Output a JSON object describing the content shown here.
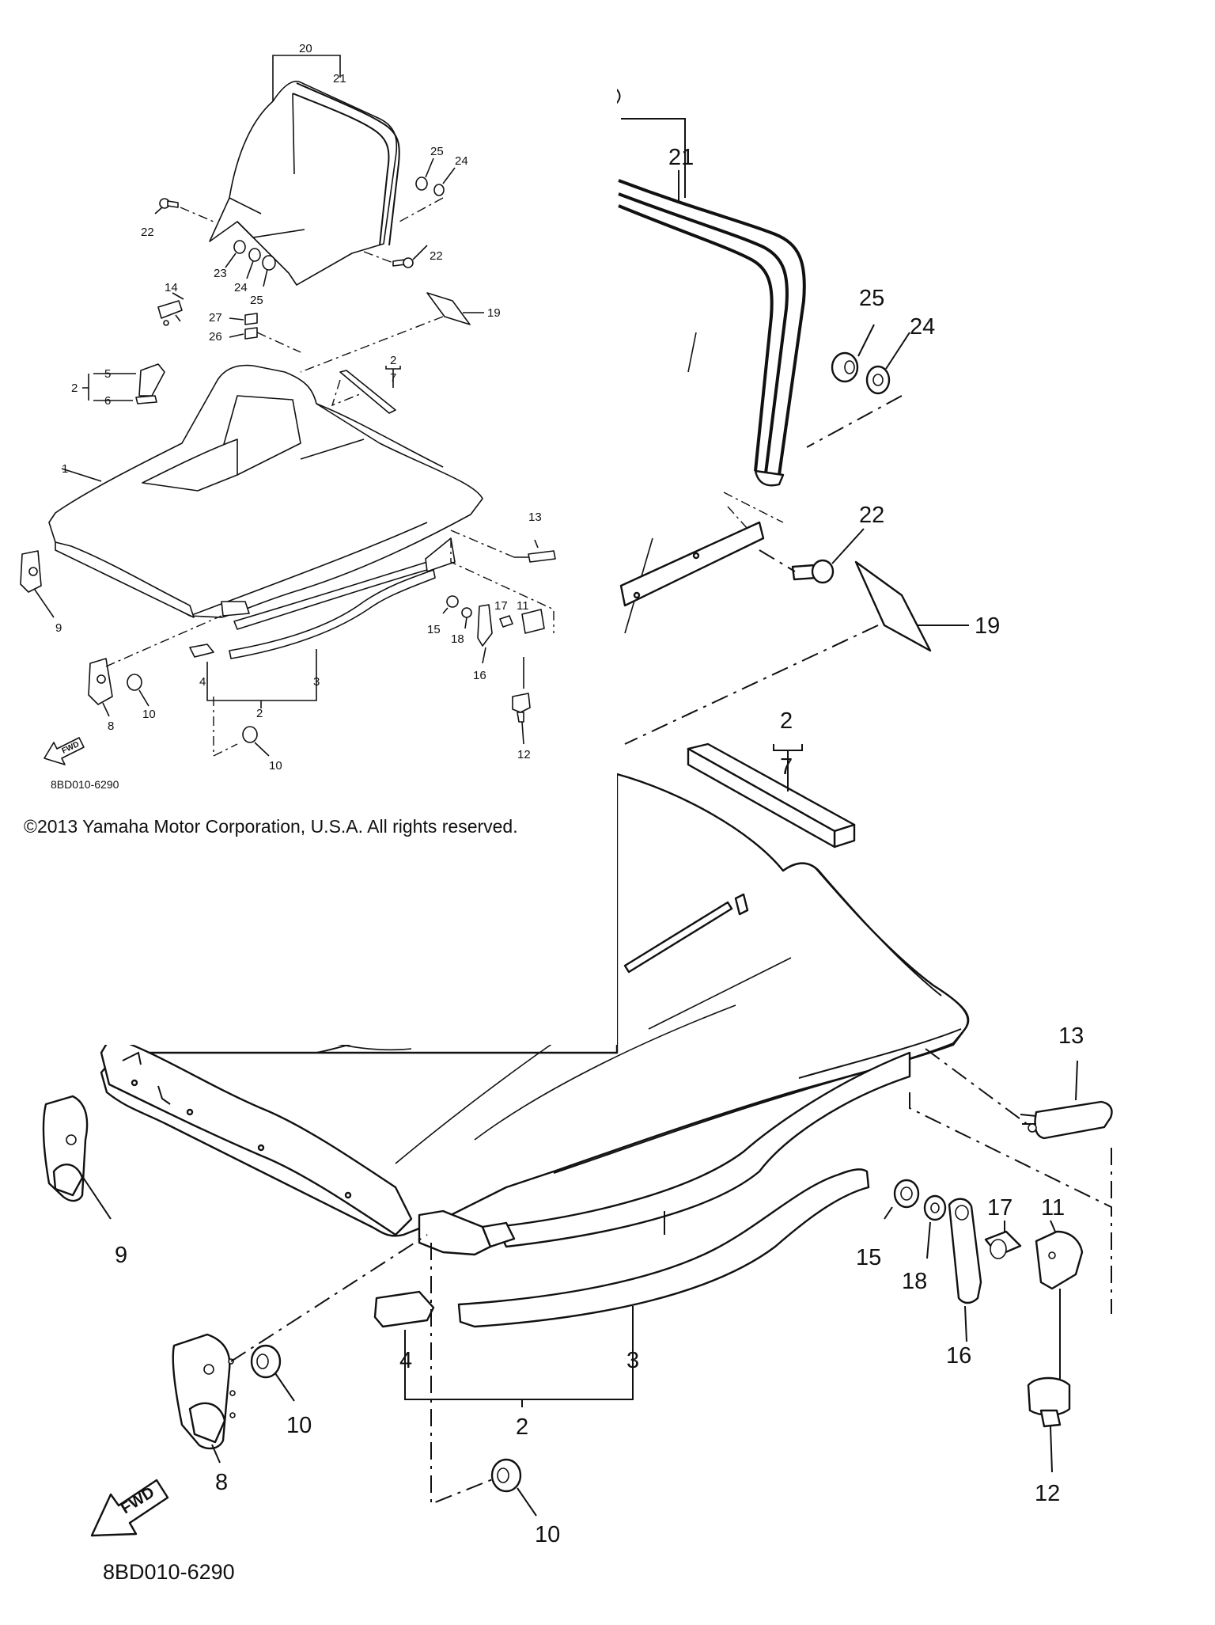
{
  "copyright": "©2013 Yamaha Motor Corporation, U.S.A. All rights reserved.",
  "diagram_code": "8BD010-6290",
  "fwd_label": "FWD",
  "callouts_large": [
    {
      "id": "21",
      "text": "21"
    },
    {
      "id": "25",
      "text": "25"
    },
    {
      "id": "24",
      "text": "24"
    },
    {
      "id": "22",
      "text": "22"
    },
    {
      "id": "19",
      "text": "19"
    },
    {
      "id": "2top",
      "text": "2"
    },
    {
      "id": "7",
      "text": "7"
    },
    {
      "id": "13",
      "text": "13"
    },
    {
      "id": "9",
      "text": "9"
    },
    {
      "id": "15",
      "text": "15"
    },
    {
      "id": "18",
      "text": "18"
    },
    {
      "id": "17",
      "text": "17"
    },
    {
      "id": "11",
      "text": "11"
    },
    {
      "id": "16",
      "text": "16"
    },
    {
      "id": "4",
      "text": "4"
    },
    {
      "id": "3",
      "text": "3"
    },
    {
      "id": "2bot",
      "text": "2"
    },
    {
      "id": "10a",
      "text": "10"
    },
    {
      "id": "8",
      "text": "8"
    },
    {
      "id": "10b",
      "text": "10"
    },
    {
      "id": "12",
      "text": "12"
    }
  ],
  "callouts_small": [
    {
      "id": "20",
      "text": "20"
    },
    {
      "id": "21",
      "text": "21"
    },
    {
      "id": "25a",
      "text": "25"
    },
    {
      "id": "24a",
      "text": "24"
    },
    {
      "id": "22a",
      "text": "22"
    },
    {
      "id": "23",
      "text": "23"
    },
    {
      "id": "24b",
      "text": "24"
    },
    {
      "id": "25b",
      "text": "25"
    },
    {
      "id": "22b",
      "text": "22"
    },
    {
      "id": "19",
      "text": "19"
    },
    {
      "id": "14",
      "text": "14"
    },
    {
      "id": "27",
      "text": "27"
    },
    {
      "id": "26",
      "text": "26"
    },
    {
      "id": "5",
      "text": "5"
    },
    {
      "id": "2a",
      "text": "2"
    },
    {
      "id": "6",
      "text": "6"
    },
    {
      "id": "2b",
      "text": "2"
    },
    {
      "id": "7",
      "text": "7"
    },
    {
      "id": "1",
      "text": "1"
    },
    {
      "id": "13",
      "text": "13"
    },
    {
      "id": "9",
      "text": "9"
    },
    {
      "id": "15",
      "text": "15"
    },
    {
      "id": "18",
      "text": "18"
    },
    {
      "id": "17",
      "text": "17"
    },
    {
      "id": "11",
      "text": "11"
    },
    {
      "id": "16",
      "text": "16"
    },
    {
      "id": "4",
      "text": "4"
    },
    {
      "id": "3",
      "text": "3"
    },
    {
      "id": "2c",
      "text": "2"
    },
    {
      "id": "8",
      "text": "8"
    },
    {
      "id": "10a",
      "text": "10"
    },
    {
      "id": "10b",
      "text": "10"
    },
    {
      "id": "12",
      "text": "12"
    }
  ]
}
